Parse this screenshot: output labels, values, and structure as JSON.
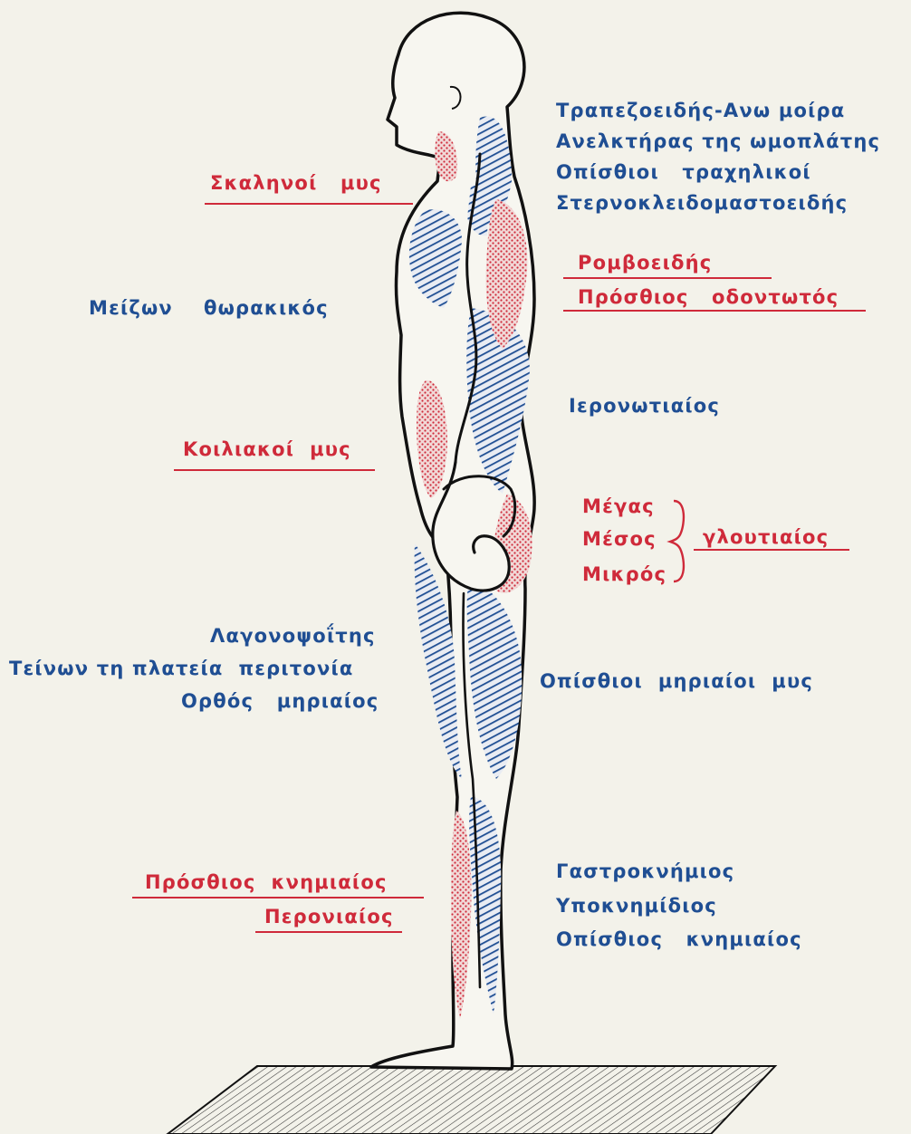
{
  "colors": {
    "background": "#f3f2ea",
    "red_group": "#cf2a3a",
    "blue_group": "#1f4e93",
    "outline": "#111111"
  },
  "labels": {
    "trapezius": "Τραπεζοειδής-Ανω μοίρα",
    "levator_scapulae": "Ανελκτήρας της ωμοπλάτης",
    "posterior_cervical": "Οπίσθιοι   τραχηλικοί",
    "sternocleidomastoid": "Στερνοκλειδομαστοειδής",
    "scalenes": "Σκαληνοί   μυς",
    "rhomboids": "Ρομβοειδής",
    "serratus_anterior": "Πρόσθιος   οδοντωτός",
    "pectoralis_major": "Μείζων    θωρακικός",
    "erector_spinae": "Ιερονωτιαίος",
    "abdominals": "Κοιλιακοί  μυς",
    "gluteus_maximus": "Μέγας",
    "gluteus_medius": "Μέσος",
    "gluteus_minimus": "Μικρός",
    "gluteal_group": "γλουτιαίος",
    "iliopsoas": "Λαγονοψοΐτης",
    "tensor_fasciae_latae": "Τείνων τη πλατεία  περιτονία",
    "rectus_femoris": "Ορθός   μηριαίος",
    "hamstrings": "Οπίσθιοι  μηριαίοι  μυς",
    "tibialis_anterior": "Πρόσθιος  κνημιαίος",
    "peroneus": "Περονιαίος",
    "gastrocnemius": "Γαστροκνήμιος",
    "soleus": "Υποκνημίδιος",
    "tibialis_posterior": "Οπίσθιος   κνημιαίος"
  }
}
